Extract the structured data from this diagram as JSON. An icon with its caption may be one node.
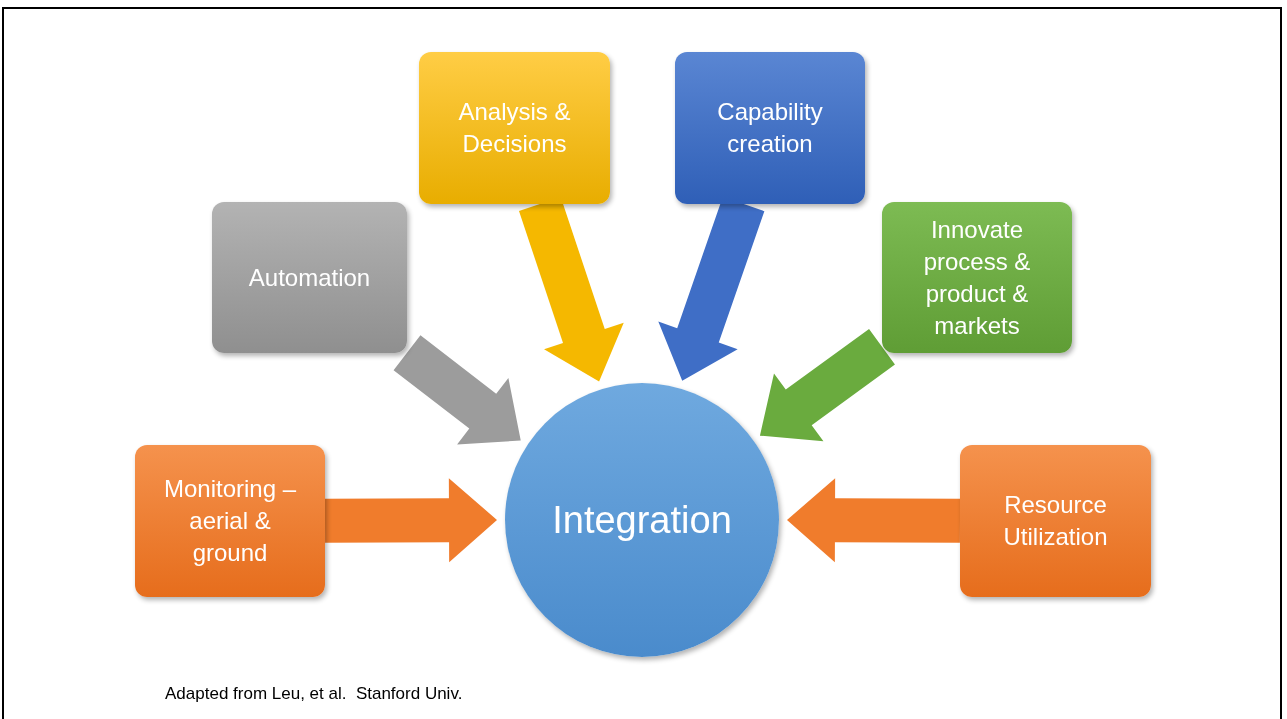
{
  "diagram": {
    "caption": "Adapted from Leu, et al.  Stanford Univ.",
    "nodes": [
      {
        "text": [
          "Analysis & Decisions"
        ]
      },
      {
        "text": [
          "Capability creation"
        ]
      },
      {
        "text": [
          "Automation"
        ]
      },
      {
        "text": [
          "Innovate process & product & markets"
        ]
      },
      {
        "text": [
          "Monitoring – aerial & ground"
        ]
      },
      {
        "text": [
          "Integration"
        ]
      },
      {
        "text": [
          "Resource Utilization"
        ]
      }
    ],
    "edges": [
      {
        "from": 0,
        "to": 5,
        "arrow": "to",
        "color": "#f5b800"
      },
      {
        "from": 1,
        "to": 5,
        "arrow": "to",
        "color": "#3f6ec6"
      },
      {
        "from": 2,
        "to": 5,
        "arrow": "to",
        "color": "#9c9c9c"
      },
      {
        "from": 3,
        "to": 5,
        "arrow": "to",
        "color": "#6aab3e"
      },
      {
        "from": 4,
        "to": 5,
        "arrow": "to",
        "color": "#f07c2c"
      },
      {
        "from": 6,
        "to": 5,
        "arrow": "to",
        "color": "#f07c2c"
      }
    ]
  }
}
